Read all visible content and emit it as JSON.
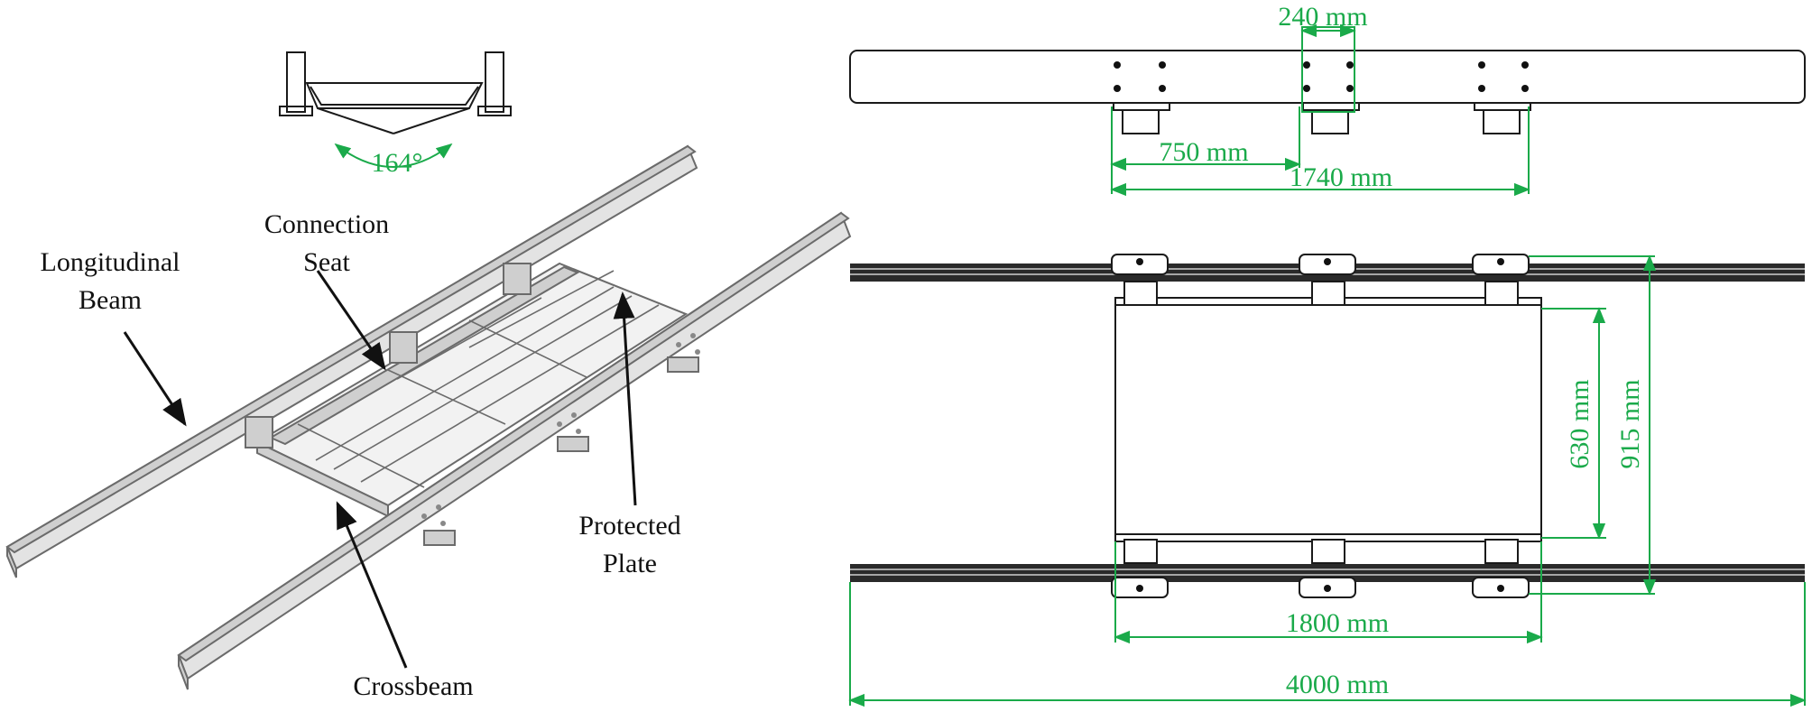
{
  "figure": {
    "angle_label": "164°",
    "labels": {
      "longitudinal_beam": [
        "Longitudinal",
        "Beam"
      ],
      "connection_seat": [
        "Connection",
        "Seat"
      ],
      "protected_plate": [
        "Protected",
        "Plate"
      ],
      "crossbeam": "Crossbeam"
    },
    "dimensions": {
      "seat_width": "240 mm",
      "seat_spacing": "750 mm",
      "seat_span": "1740 mm",
      "plate_width": "630 mm",
      "beam_spacing": "915 mm",
      "plate_length": "1800 mm",
      "beam_length": "4000 mm"
    },
    "colors": {
      "dimension": "#1aaa4a",
      "text": "#111111",
      "beam": "#e3e3e3"
    }
  }
}
